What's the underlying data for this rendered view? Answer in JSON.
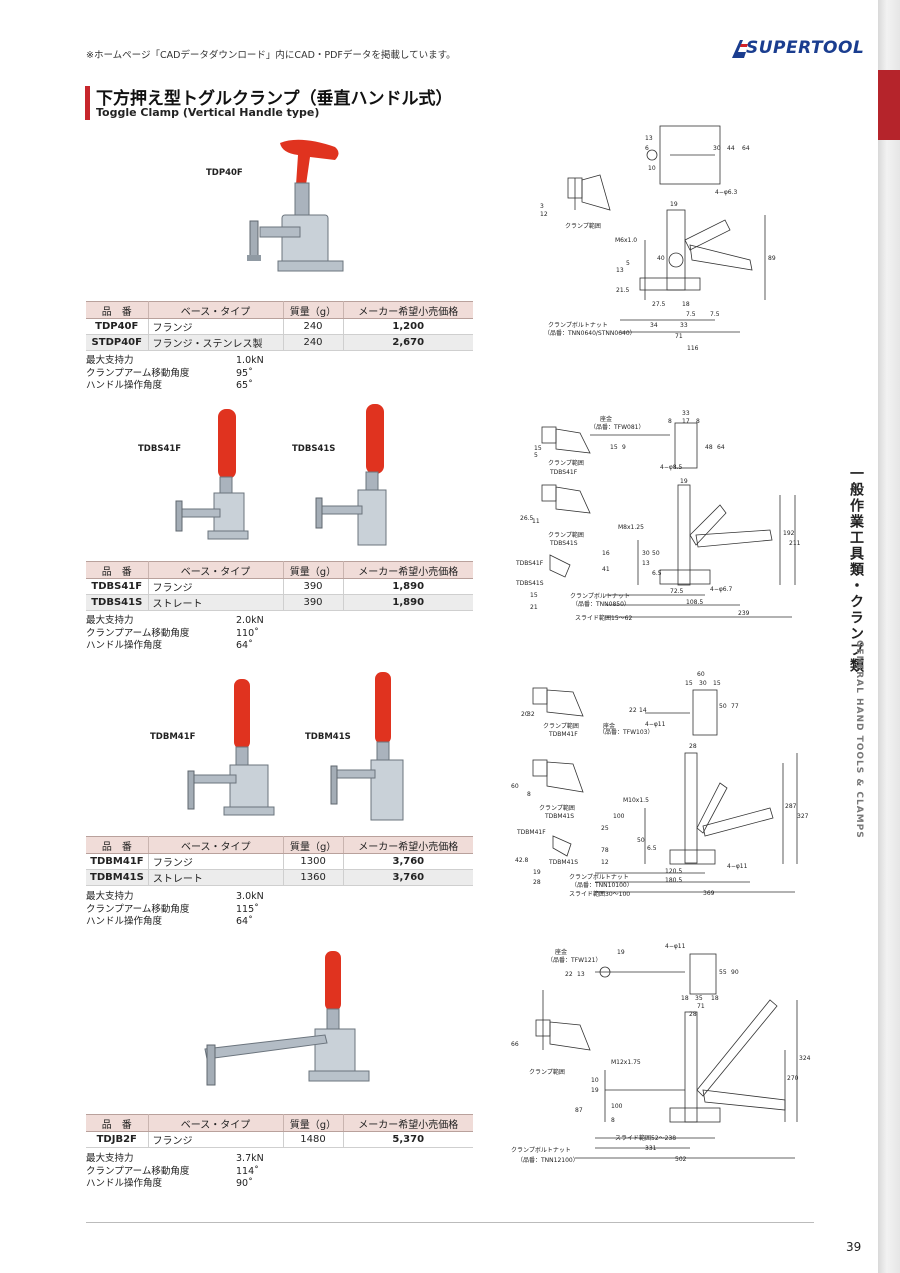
{
  "header": {
    "note": "※ホームページ「CADデータダウンロード」内にCAD・PDFデータを掲載しています。",
    "logo_text": "SUPERTOOL"
  },
  "title": {
    "jp": "下方押え型トグルクランプ（垂直ハンドル式）",
    "en": "Toggle Clamp (Vertical Handle type)"
  },
  "side": {
    "jp": "一般作業工具類・クランプ類",
    "en": "GENERAL HAND TOOLS & CLAMPS"
  },
  "page_number": "39",
  "table_headers": {
    "model": "品　番",
    "base": "ベース・タイプ",
    "mass": "質量（g）",
    "price": "メーカー希望小売価格"
  },
  "prop_labels": {
    "holding": "最大支持力",
    "arm_angle": "クランプアーム移動角度",
    "handle_angle": "ハンドル操作角度"
  },
  "colors": {
    "accent": "#c7262c",
    "header_bg": "#f0dcd8",
    "brand": "#1a3d8f"
  },
  "sections": [
    {
      "photo_labels": [
        "TDP40F"
      ],
      "rows": [
        {
          "model": "TDP40F",
          "base": "フランジ",
          "mass": "240",
          "price": "1,200"
        },
        {
          "model": "STDP40F",
          "base": "フランジ・ステンレス製",
          "mass": "240",
          "price": "2,670"
        }
      ],
      "props": {
        "holding": "1.0kN",
        "arm_angle": "95˚",
        "handle_angle": "65˚"
      },
      "drawing": {
        "labels": [
          "クランプ範囲",
          "クランプボルトナット",
          "（品番：TNN0640/STNN0640）",
          "M6x1.0",
          "4−φ6.3"
        ],
        "dims": [
          "13",
          "6",
          "10",
          "30",
          "44",
          "64",
          "3",
          "12",
          "19",
          "40",
          "5",
          "13",
          "21.5",
          "27.5",
          "18",
          "7.5",
          "7.5",
          "34",
          "33",
          "71",
          "116",
          "89"
        ]
      }
    },
    {
      "photo_labels": [
        "TDBS41F",
        "TDBS41S"
      ],
      "rows": [
        {
          "model": "TDBS41F",
          "base": "フランジ",
          "mass": "390",
          "price": "1,890"
        },
        {
          "model": "TDBS41S",
          "base": "ストレート",
          "mass": "390",
          "price": "1,890"
        }
      ],
      "props": {
        "holding": "2.0kN",
        "arm_angle": "110˚",
        "handle_angle": "64˚"
      },
      "drawing": {
        "labels": [
          "座金",
          "（品番：TFW081）",
          "クランプ範囲",
          "TDBS41F",
          "TDBS41S",
          "クランプボルトナット",
          "（品番：TNN0850）",
          "スライド範囲15〜62",
          "M8x1.25",
          "4−φ8.5",
          "4−φ6.7"
        ],
        "dims": [
          "33",
          "8",
          "17",
          "8",
          "15",
          "5",
          "15",
          "9",
          "48",
          "64",
          "26.5",
          "11",
          "19",
          "16",
          "30",
          "50",
          "41",
          "13",
          "6.5",
          "15",
          "21",
          "72.5",
          "108.5",
          "239",
          "192",
          "211",
          "8",
          "3"
        ]
      }
    },
    {
      "photo_labels": [
        "TDBM41F",
        "TDBM41S"
      ],
      "rows": [
        {
          "model": "TDBM41F",
          "base": "フランジ",
          "mass": "1300",
          "price": "3,760"
        },
        {
          "model": "TDBM41S",
          "base": "ストレート",
          "mass": "1360",
          "price": "3,760"
        }
      ],
      "props": {
        "holding": "3.0kN",
        "arm_angle": "115˚",
        "handle_angle": "64˚"
      },
      "drawing": {
        "labels": [
          "クランプ範囲",
          "TDBM41F",
          "座金",
          "（品番：TFW103）",
          "TDBM41S",
          "クランプボルトナット",
          "（品番：TNN10100）",
          "スライド範囲30〜100",
          "M10x1.5",
          "4−φ11"
        ],
        "dims": [
          "60",
          "15",
          "30",
          "15",
          "22",
          "14",
          "50",
          "77",
          "20",
          "32",
          "60",
          "8",
          "28",
          "100",
          "25",
          "78",
          "50",
          "12",
          "6.5",
          "42.8",
          "19",
          "28",
          "120.5",
          "180.5",
          "369",
          "287",
          "327"
        ]
      }
    },
    {
      "photo_labels": [],
      "rows": [
        {
          "model": "TDJB2F",
          "base": "フランジ",
          "mass": "1480",
          "price": "5,370"
        }
      ],
      "props": {
        "holding": "3.7kN",
        "arm_angle": "114˚",
        "handle_angle": "90˚"
      },
      "drawing": {
        "labels": [
          "座金",
          "（品番：TFW121）",
          "クランプ範囲",
          "クランプボルトナット",
          "（品番：TNN12100）",
          "スライド範囲52〜238",
          "M12x1.75",
          "4−φ11"
        ],
        "dims": [
          "19",
          "22",
          "13",
          "55",
          "90",
          "18",
          "35",
          "18",
          "71",
          "28",
          "66",
          "10",
          "19",
          "87",
          "100",
          "8",
          "331",
          "502",
          "270",
          "324"
        ]
      }
    }
  ]
}
